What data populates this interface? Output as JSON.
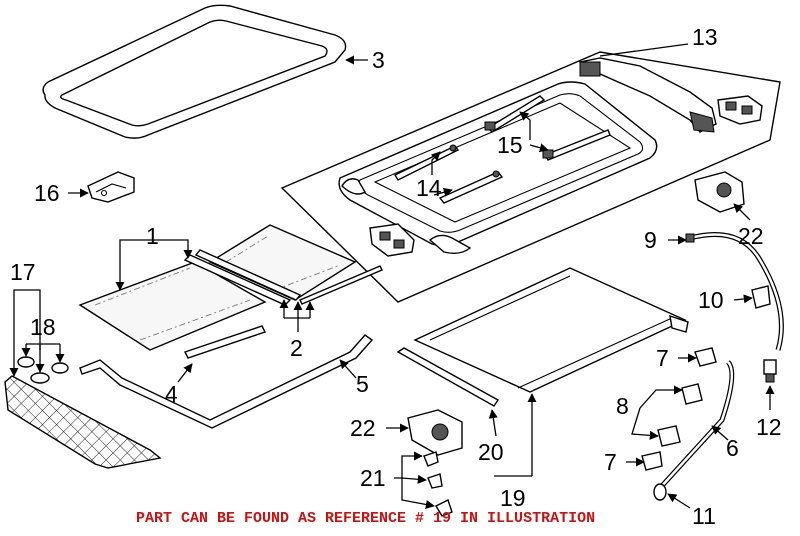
{
  "callouts": {
    "c1": "1",
    "c2": "2",
    "c3": "3",
    "c4": "4",
    "c5": "5",
    "c6": "6",
    "c7a": "7",
    "c7b": "7",
    "c8": "8",
    "c9": "9",
    "c10": "10",
    "c11": "11",
    "c12": "12",
    "c13": "13",
    "c14": "14",
    "c15": "15",
    "c16": "16",
    "c17": "17",
    "c18": "18",
    "c19": "19",
    "c20": "20",
    "c21": "21",
    "c22a": "22",
    "c22b": "22"
  },
  "footer_note": "PART CAN BE FOUND AS REFERENCE # 19 IN ILLUSTRATION",
  "colors": {
    "footer_text": "#cc1111",
    "line_art": "#000000",
    "background": "#ffffff"
  }
}
